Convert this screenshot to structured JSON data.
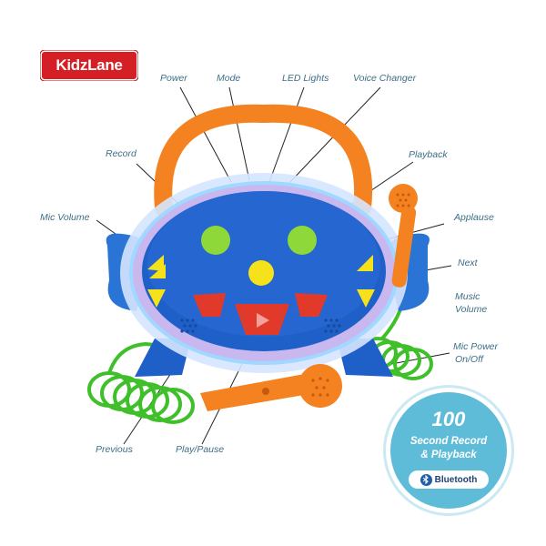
{
  "brand": {
    "logo_text": "KidzLane",
    "logo_color": "#d41f26"
  },
  "callouts": {
    "power": "Power",
    "mode": "Mode",
    "led_lights": "LED Lights",
    "voice_changer": "Voice Changer",
    "record": "Record",
    "playback": "Playback",
    "mic_volume": "Mic Volume",
    "applause": "Applause",
    "next": "Next",
    "music": "Music",
    "volume": "Volume",
    "mic_power_1": "Mic Power",
    "mic_power_2": "On/Off",
    "previous": "Previous",
    "play_pause": "Play/Pause"
  },
  "badge": {
    "number": "100",
    "line1": "Second Record",
    "line2": "& Playback",
    "bluetooth": "Bluetooth"
  },
  "colors": {
    "body_blue": "#1f5fc8",
    "handle_orange": "#f58220",
    "button_green": "#8fd83a",
    "button_yellow": "#f5e21a",
    "button_red": "#e23a2a",
    "cord_green": "#3fbf2a",
    "callout_text": "#3d6f86",
    "badge_blue": "#5fbcd8"
  }
}
